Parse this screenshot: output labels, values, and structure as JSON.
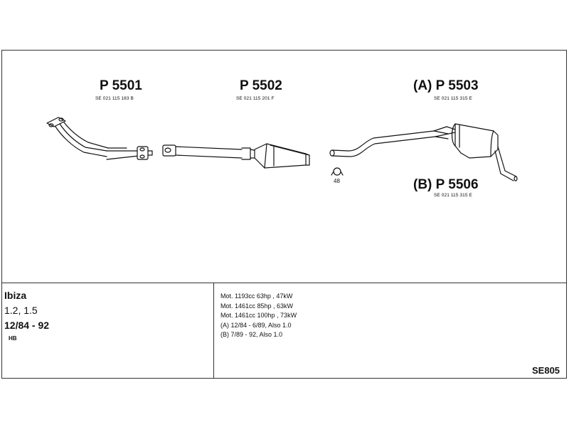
{
  "parts": {
    "p5501": {
      "number": "P 5501",
      "ref": "SE 021 115 183 B"
    },
    "p5502": {
      "number": "P 5502",
      "ref": "SE 021 115 201 F"
    },
    "p5503": {
      "number": "(A) P 5503",
      "ref": "SE 021 115 315 E"
    },
    "p5506": {
      "number": "(B) P 5506",
      "ref": "SE 021 115 315 E"
    },
    "clamp_label": "48"
  },
  "vehicle": {
    "model": "Ibiza",
    "engine": "1.2, 1.5",
    "years": "12/84 - 92",
    "body": "HB"
  },
  "specs": [
    "Mot. 1193cc 63hp , 47kW",
    "Mot. 1461cc 85hp , 63kW",
    "Mot. 1461cc 100hp , 73kW",
    "(A) 12/84 - 6/89, Also 1.0",
    "(B) 7/89 - 92, Also 1.0"
  ],
  "catalog_code": "SE805"
}
